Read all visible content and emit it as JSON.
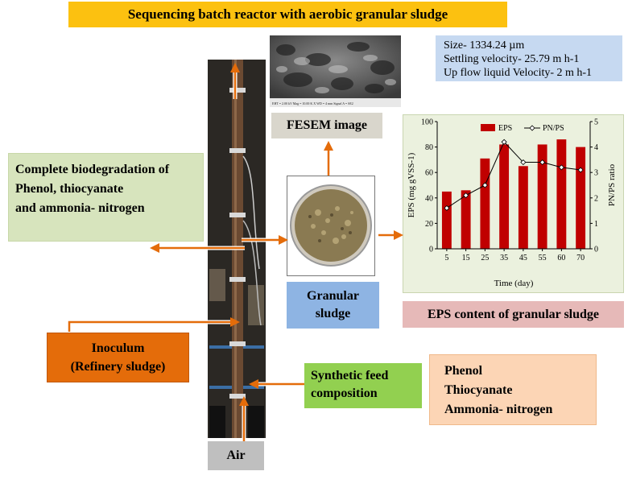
{
  "title": "Sequencing batch reactor with aerobic granular sludge",
  "info": {
    "line1": "Size- 1334.24 µm",
    "line2": "Settling velocity- 25.79 m h-1",
    "line3": "Up flow liquid Velocity- 2 m h-1"
  },
  "fesem": {
    "label": "FESEM image",
    "footer": "EHT = 2.00 kV   Mag = 10.00 K X   WD = 4 mm   Signal A = SE2"
  },
  "biodegradation": {
    "line1": "Complete biodegradation of",
    "line2": "Phenol, thiocyanate",
    "line3": "and ammonia- nitrogen"
  },
  "granular_sludge": {
    "line1": "Granular",
    "line2": "sludge"
  },
  "eps_content": "EPS content of granular  sludge",
  "inoculum": {
    "line1": "Inoculum",
    "line2": "(Refinery sludge)"
  },
  "synthetic_feed": {
    "line1": "Synthetic feed",
    "line2": "composition"
  },
  "composition": [
    "Phenol",
    "Thiocyanate",
    "Ammonia- nitrogen"
  ],
  "air": "Air",
  "colors": {
    "title_bg": "#fcc110",
    "info_bg": "#c6d9f1",
    "biodeg_bg": "#d7e4bd",
    "granular_bg": "#8eb4e3",
    "eps_label_bg": "#e6b9b8",
    "inoculum_bg": "#e46c0a",
    "synthetic_bg": "#92d050",
    "composition_bg": "#fcd5b5",
    "air_bg": "#bfbfbf",
    "arrow": "#e46c0a",
    "bar": "#c00000"
  },
  "chart_data": {
    "type": "bar",
    "categories": [
      "5",
      "15",
      "25",
      "35",
      "45",
      "55",
      "60",
      "70"
    ],
    "series": [
      {
        "name": "EPS",
        "type": "bar",
        "axis": "left",
        "values": [
          45,
          46,
          71,
          82,
          65,
          82,
          86,
          80
        ]
      },
      {
        "name": "PN/PS",
        "type": "line",
        "axis": "right",
        "values": [
          1.6,
          2.1,
          2.5,
          4.2,
          3.4,
          3.4,
          3.2,
          3.1
        ]
      }
    ],
    "xlabel": "Time (day)",
    "ylabel": "EPS (mg gVSS-1)",
    "y2label": "PN/PS ratio",
    "ylim": [
      0,
      100
    ],
    "y2lim": [
      0,
      5
    ],
    "yticks": [
      0,
      20,
      40,
      60,
      80,
      100
    ],
    "y2ticks": [
      0,
      1,
      2,
      3,
      4,
      5
    ],
    "legend_position": "top"
  }
}
